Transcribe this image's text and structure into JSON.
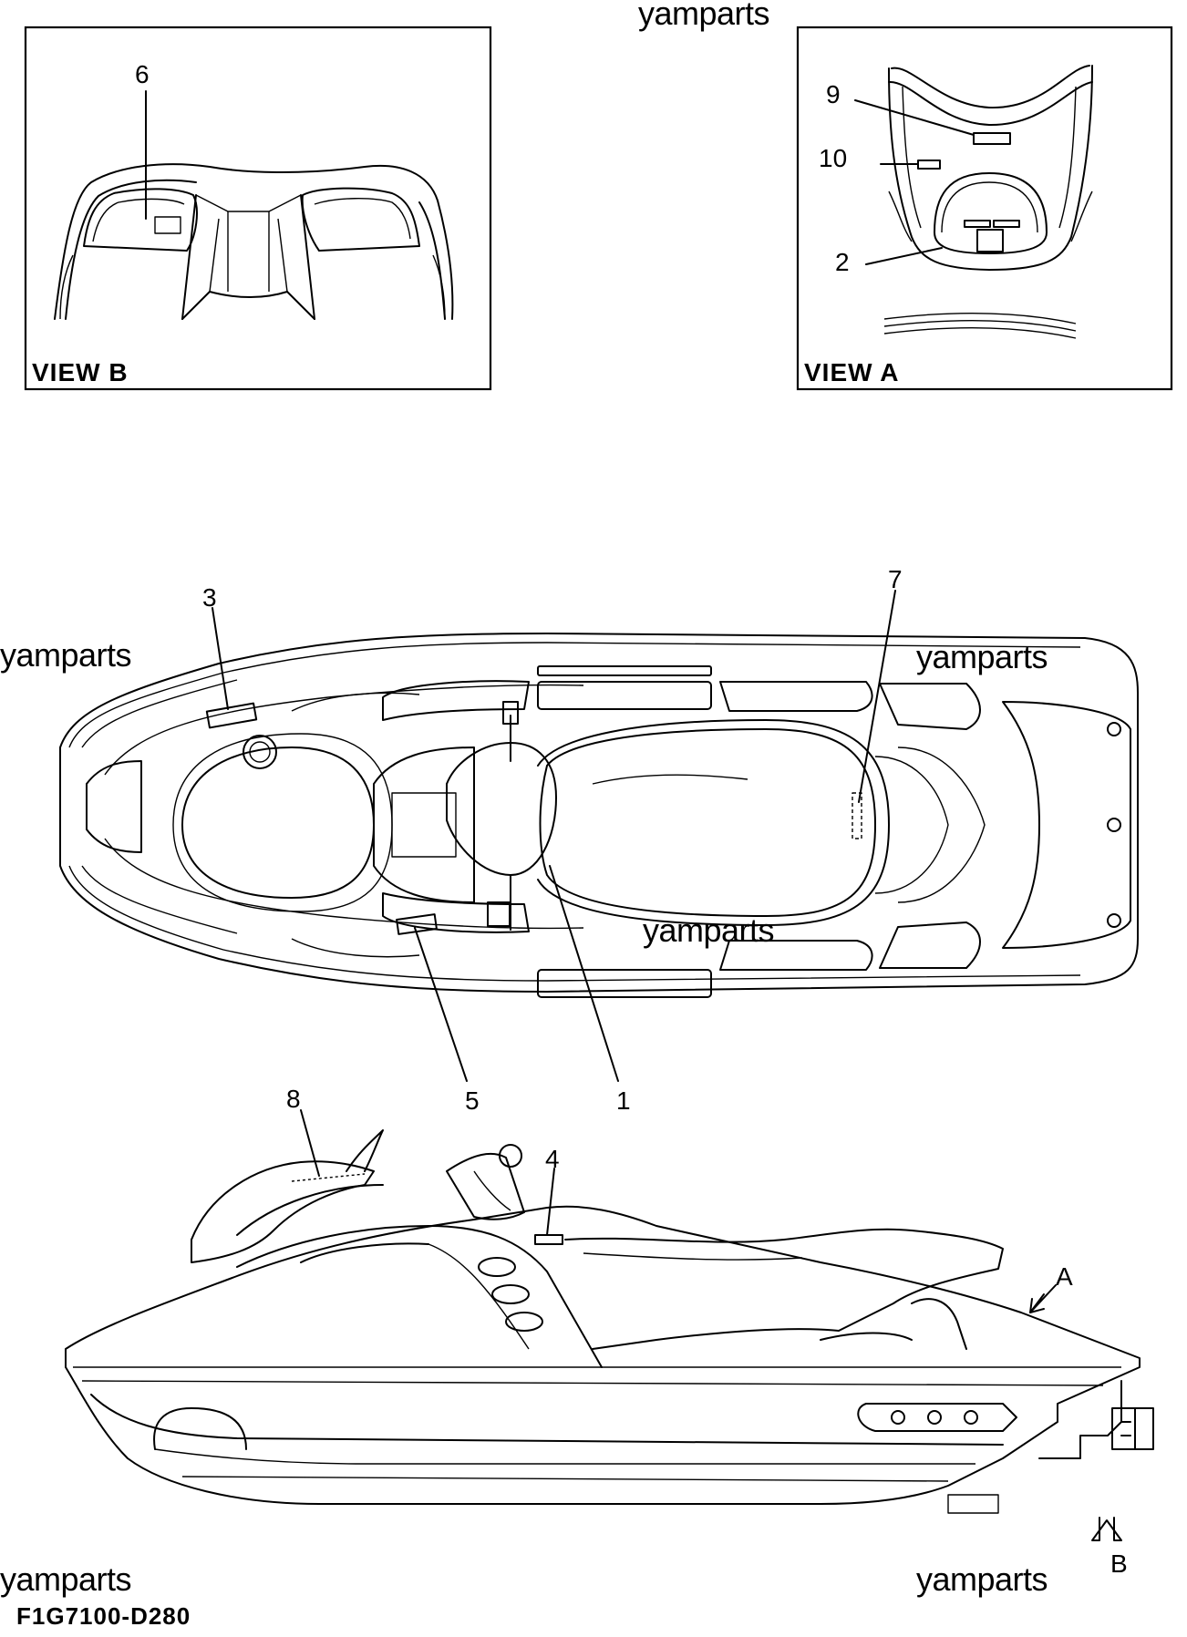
{
  "watermark": "yamparts",
  "figure_code": "F1G7100-D280",
  "views": {
    "view_b": "VIEW B",
    "view_a": "VIEW A"
  },
  "callouts": {
    "c1": "1",
    "c2": "2",
    "c3": "3",
    "c4": "4",
    "c5": "5",
    "c6": "6",
    "c7": "7",
    "c8": "8",
    "c9": "9",
    "c10": "10"
  },
  "view_arrows": {
    "a": "A",
    "b": "B"
  }
}
